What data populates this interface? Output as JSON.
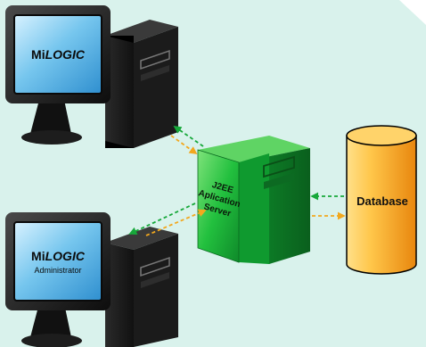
{
  "workstation_top": {
    "brand": "MiLOGIC",
    "brand_prefix": "Mi",
    "brand_suffix": "LOGIC"
  },
  "workstation_bottom": {
    "brand_prefix": "Mi",
    "brand_suffix": "LOGIC",
    "subtitle": "Administrator"
  },
  "server": {
    "line1": "J2EE",
    "line2": "Aplication",
    "line3": "Server"
  },
  "database": {
    "label": "Database"
  },
  "colors": {
    "background": "#d9f2ec",
    "server_green": "#17b63a",
    "database_orange": "#f6a21e",
    "arrow_green": "#17a83a",
    "arrow_orange": "#f2a81e",
    "screen_blue": "#5ab4e6"
  }
}
